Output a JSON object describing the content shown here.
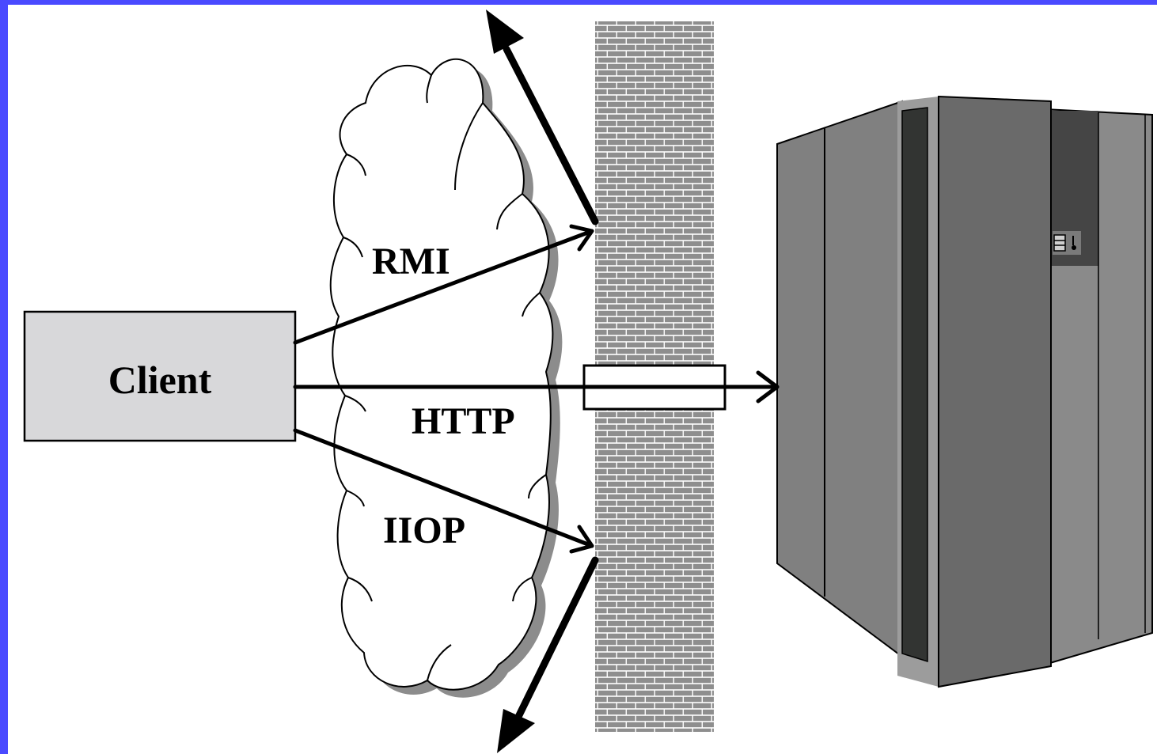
{
  "colors": {
    "frame": "#4a4aff",
    "background": "#ffffff",
    "client_box": "#d8d8da",
    "cloud": "#ffffff",
    "cloud_shadow": "#8c8c8c",
    "wall_brick": "#8e8e8e",
    "wall_mortar": "#ffffff",
    "server_panel": "#808080",
    "server_front": "#6a6a6a",
    "server_dark": "#323432",
    "server_light": "#9c9c9c"
  },
  "client": {
    "label": "Client"
  },
  "protocols": {
    "rmi": "RMI",
    "http": "HTTP",
    "iiop": "IIOP"
  },
  "icons": {
    "cloud": "network-cloud-icon",
    "firewall": "brick-firewall-icon",
    "server": "mainframe-server-icon"
  }
}
